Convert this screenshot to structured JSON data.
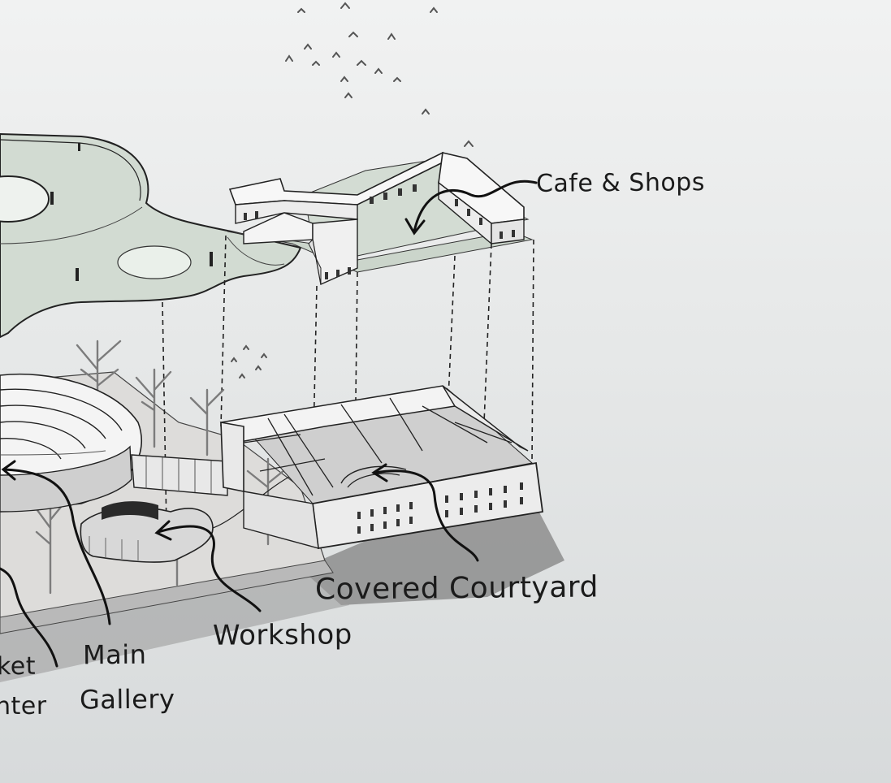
{
  "labels": {
    "cafe_shops": "Cafe & Shops",
    "covered_courtyard": "Covered Courtyard",
    "workshop": "Workshop",
    "main_gallery_line1": "Main",
    "main_gallery_line2": "Gallery",
    "market_fragment": "ket",
    "center_fragment": "nter"
  },
  "colors": {
    "roof_green": "#d4dcd4",
    "wall_white": "#f7f7f7",
    "ink": "#1b1b1b",
    "ground": "#dcdcda",
    "shadow": "#8a8a8a"
  }
}
